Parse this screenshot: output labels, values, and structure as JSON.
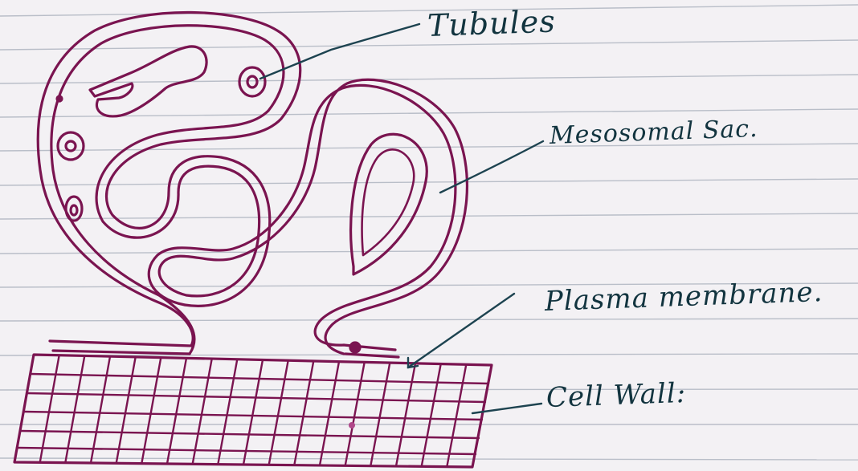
{
  "labels": {
    "tubules": "Tubules",
    "mesosomal_sac": "Mesosomal Sac.",
    "plasma_membrane": "Plasma membrane.",
    "cell_wall": "Cell Wall:"
  },
  "colors": {
    "paper": "#f3f1f4",
    "rule_line": "#b7bcc6",
    "ink_outline": "#7a1450",
    "ink_label": "#12343f"
  }
}
